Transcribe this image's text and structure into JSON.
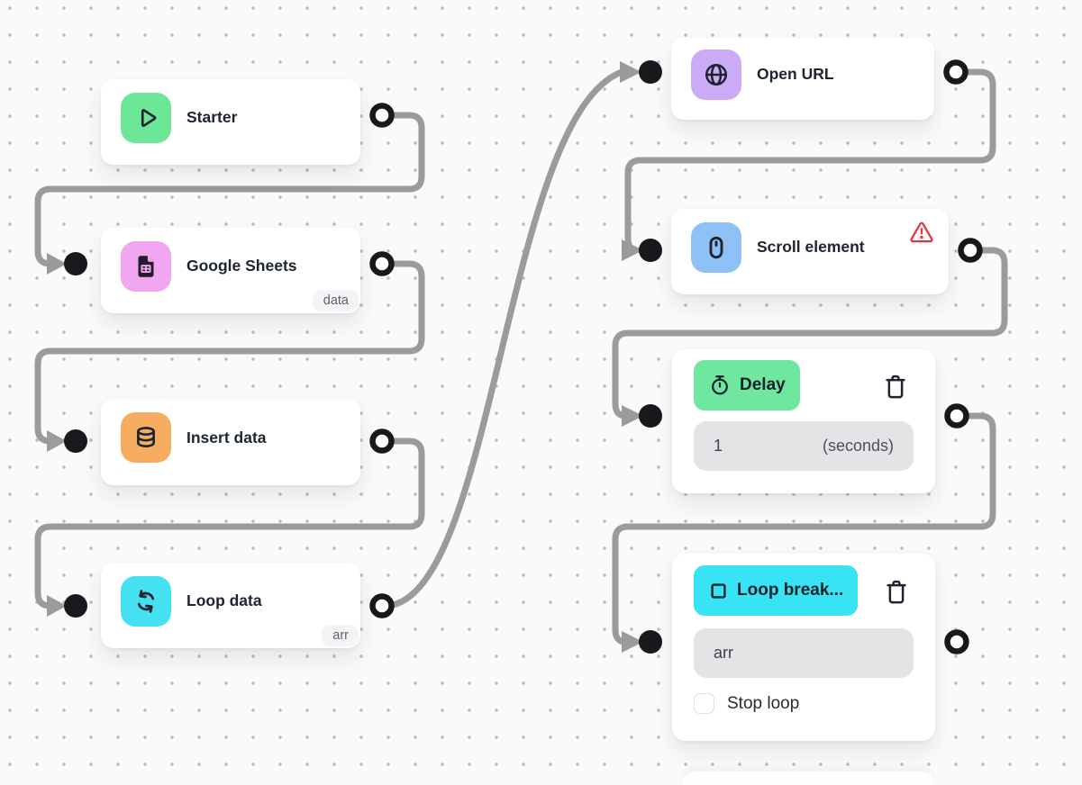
{
  "canvas": {
    "background": "#fafafa",
    "dot_color": "#b9b9c1",
    "edge_color": "#9b9b9b",
    "port_color": "#17191c",
    "warning_color": "#ea2f3f"
  },
  "nodes": {
    "starter": {
      "title": "Starter",
      "icon": "play-icon",
      "icon_bg": "#6ce797"
    },
    "google_sheets": {
      "title": "Google Sheets",
      "icon": "spreadsheet-icon",
      "icon_bg": "#f0a6f0",
      "badge": "data"
    },
    "insert_data": {
      "title": "Insert data",
      "icon": "database-icon",
      "icon_bg": "#f6ad61"
    },
    "loop_data": {
      "title": "Loop data",
      "icon": "loop-icon",
      "icon_bg": "#46e1f0",
      "badge": "arr"
    },
    "open_url": {
      "title": "Open URL",
      "icon": "globe-icon",
      "icon_bg": "#cbabf5"
    },
    "scroll_element": {
      "title": "Scroll element",
      "icon": "mouse-icon",
      "icon_bg": "#8ec2f7",
      "has_warning": true
    },
    "delay": {
      "title": "Delay",
      "icon": "timer-icon",
      "pill_bg": "#70e7a0",
      "field_value": "1",
      "field_suffix": "(seconds)"
    },
    "loop_break": {
      "title": "Loop break...",
      "icon": "stop-square-icon",
      "pill_bg": "#38e3f3",
      "field_value": "arr",
      "checkbox_label": "Stop loop",
      "checkbox_checked": false
    }
  },
  "edges": [
    {
      "from": "starter",
      "to": "google_sheets"
    },
    {
      "from": "google_sheets",
      "to": "insert_data"
    },
    {
      "from": "insert_data",
      "to": "loop_data"
    },
    {
      "from": "loop_data",
      "to": "open_url"
    },
    {
      "from": "open_url",
      "to": "scroll_element"
    },
    {
      "from": "scroll_element",
      "to": "delay"
    },
    {
      "from": "delay",
      "to": "loop_break"
    }
  ]
}
